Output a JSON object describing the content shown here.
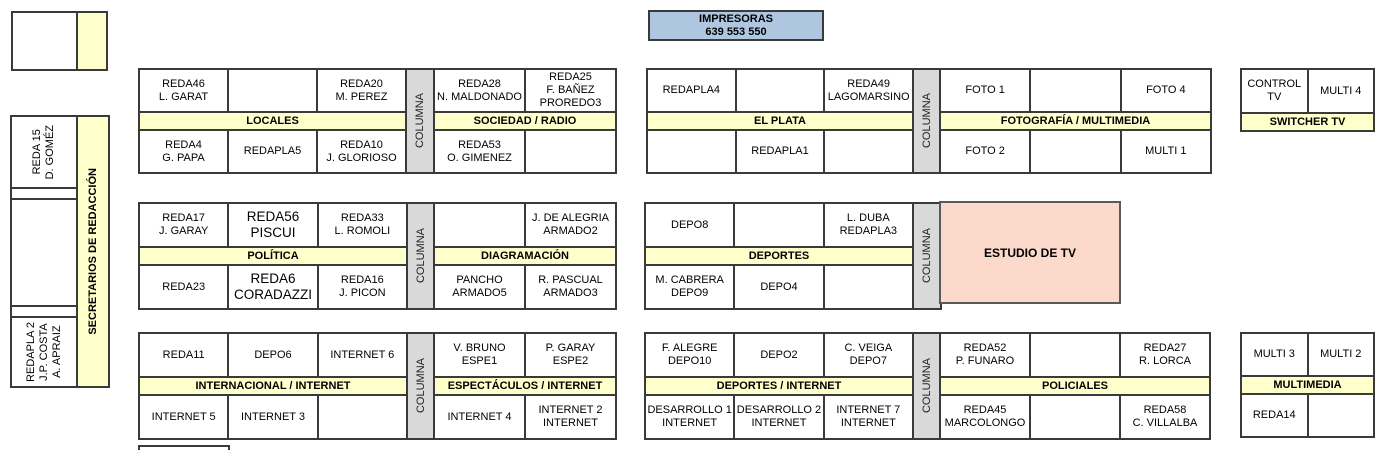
{
  "colors": {
    "band_yellow": "#FFFFCC",
    "pillar_gray": "#D9D9D9",
    "printer_blue": "#AFC6E1",
    "studio_pink": "#FBD9CB"
  },
  "printers_box": {
    "title": "IMPRESORAS",
    "numbers": "639  553  550"
  },
  "left_area": {
    "desk_top": "REDA 15\nD. GOMÉZ",
    "desk_bottom": "REDAPLA 2\nJ.P. COSTA\nA. APRAIZ",
    "secretaries_strip": "SECRETARIOS DE REDACCIÓN"
  },
  "pillar_label": "COLUMNA",
  "studio": {
    "label": "ESTUDIO DE TV"
  },
  "sections": {
    "locales": {
      "band": "LOCALES",
      "top": [
        "REDA46\nL. GARAT",
        "",
        "REDA20\nM. PEREZ"
      ],
      "bottom": [
        "REDA4\nG. PAPA",
        "REDAPLA5",
        "REDA10\nJ. GLORIOSO"
      ]
    },
    "sociedad": {
      "band": "SOCIEDAD / RADIO",
      "top": [
        "REDA28\nN. MALDONADO",
        "REDA25\nF. BAÑEZ\nPROREDO3"
      ],
      "bottom": [
        "REDA53\nO. GIMENEZ",
        ""
      ]
    },
    "elplata": {
      "band": "EL PLATA",
      "top": [
        "REDAPLA4",
        "",
        "REDA49\nLAGOMARSINO"
      ],
      "bottom": [
        "",
        "REDAPLA1",
        ""
      ]
    },
    "foto": {
      "band": "FOTOGRAFÍA / MULTIMEDIA",
      "top": [
        "FOTO 1",
        "",
        "FOTO 4"
      ],
      "bottom": [
        "FOTO 2",
        "",
        "MULTI 1"
      ]
    },
    "switcher": {
      "band": "SWITCHER TV",
      "top": [
        "CONTROL TV",
        "MULTI 4"
      ]
    },
    "politica": {
      "band": "POLÍTICA",
      "top": [
        "REDA17\nJ. GARAY",
        "REDA56\nPISCUI",
        "REDA33\nL. ROMOLI"
      ],
      "bottom": [
        "REDA23",
        "REDA6\nCORADAZZI",
        "REDA16\nJ. PICON"
      ]
    },
    "diagramacion": {
      "band": "DIAGRAMACIÓN",
      "top": [
        "",
        "J. DE ALEGRIA\nARMADO2"
      ],
      "bottom": [
        "PANCHO\nARMADO5",
        "R. PASCUAL\nARMADO3"
      ]
    },
    "deportes": {
      "band": "DEPORTES",
      "top": [
        "DEPO8",
        "",
        "L. DUBA\nREDAPLA3"
      ],
      "bottom": [
        "M. CABRERA\nDEPO9",
        "DEPO4",
        ""
      ]
    },
    "internacional": {
      "band": "INTERNACIONAL / INTERNET",
      "top": [
        "REDA11",
        "DEPO6",
        "INTERNET 6"
      ],
      "bottom": [
        "INTERNET 5",
        "INTERNET 3",
        ""
      ]
    },
    "espectaculos": {
      "band": "ESPECTÁCULOS / INTERNET",
      "top": [
        "V. BRUNO\nESPE1",
        "P. GARAY\nESPE2"
      ],
      "bottom": [
        "INTERNET 4",
        "INTERNET 2\nINTERNET"
      ]
    },
    "deportes_internet": {
      "band": "DEPORTES / INTERNET",
      "top": [
        "F. ALEGRE\nDEPO10",
        "DEPO2",
        "C. VEIGA\nDEPO7"
      ],
      "bottom": [
        "DESARROLLO 1\nINTERNET",
        "DESARROLLO 2\nINTERNET",
        "INTERNET 7\nINTERNET"
      ]
    },
    "policiales": {
      "band": "POLICIALES",
      "top": [
        "REDA52\nP. FUNARO",
        "",
        "REDA27\nR. LORCA"
      ],
      "bottom": [
        "REDA45\nMARCOLONGO",
        "",
        "REDA58\nC. VILLALBA"
      ]
    },
    "multimedia": {
      "band": "MULTIMEDIA",
      "top": [
        "MULTI 3",
        "MULTI 2"
      ],
      "bottom": [
        "REDA14",
        ""
      ]
    }
  }
}
